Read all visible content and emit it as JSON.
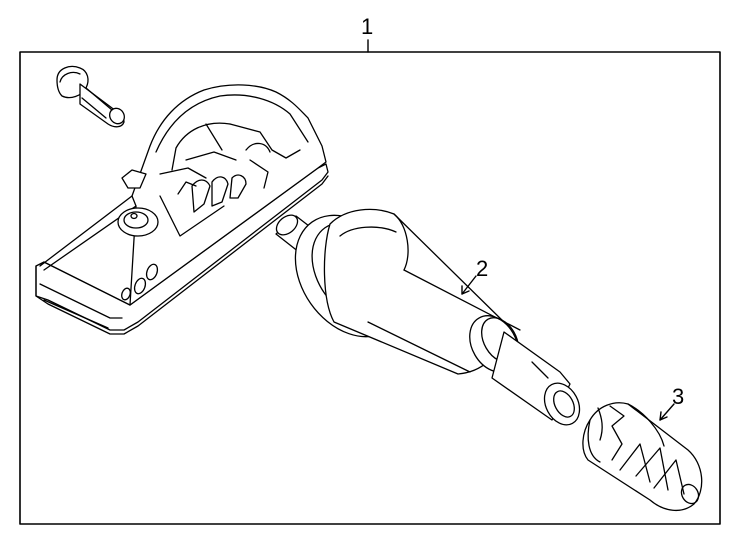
{
  "callouts": {
    "assembly": "1",
    "valve_stem": "2",
    "valve_cap": "3"
  },
  "colors": {
    "line": "#000000",
    "fill": "#ffffff",
    "shade": "#e8e8e8"
  }
}
